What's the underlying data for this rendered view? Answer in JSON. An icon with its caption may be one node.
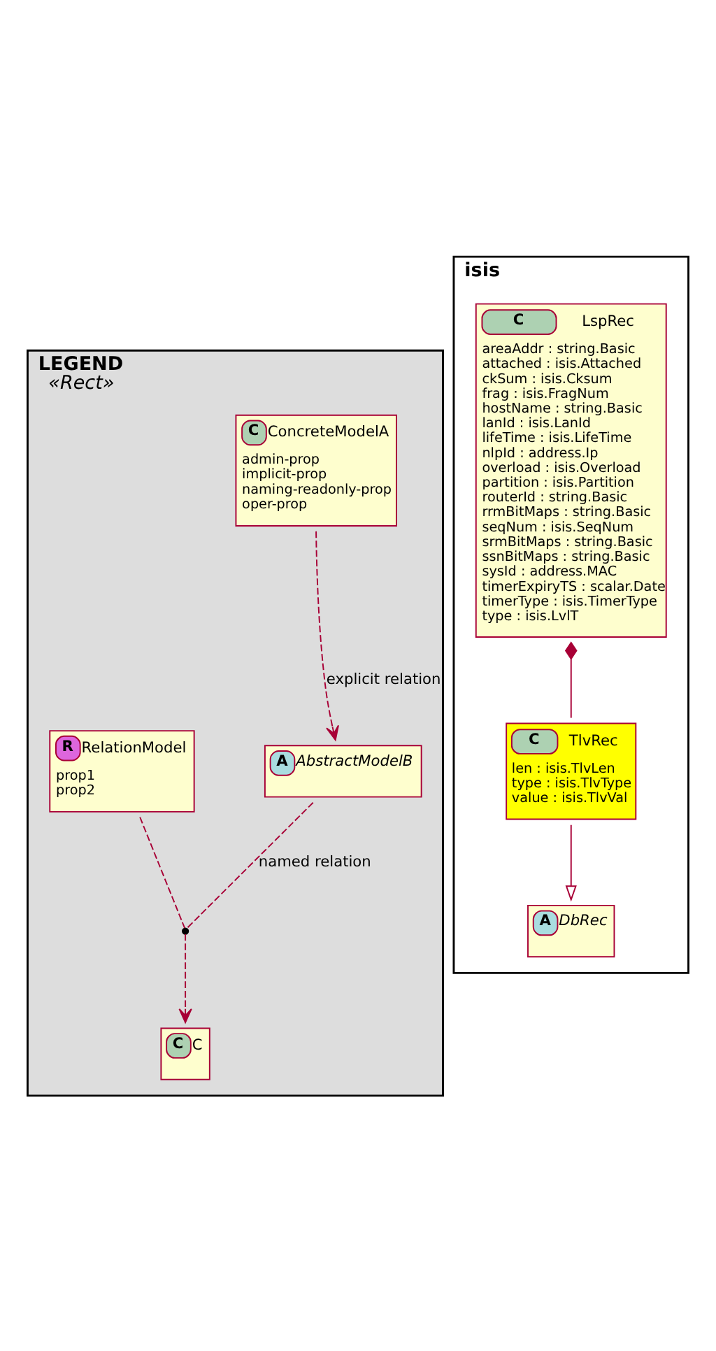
{
  "diagram": {
    "nodes": [
      {
        "text": [
          "LEGEND",
          "«Rect»"
        ]
      },
      {
        "text": [
          "C",
          "ConcreteModelA",
          "admin-prop",
          "implicit-prop",
          "naming-readonly-prop",
          "oper-prop"
        ],
        "in": 0
      },
      {
        "text": [
          "A",
          "AbstractModelB"
        ],
        "in": 0
      },
      {
        "text": [],
        "shape": "point",
        "in": 0
      },
      {
        "text": [
          "R",
          "RelationModel",
          "prop1",
          "prop2"
        ],
        "in": 0
      },
      {
        "text": [
          "C",
          "C"
        ],
        "in": 0
      },
      {
        "text": [
          "isis"
        ]
      },
      {
        "text": [
          "C",
          "LspRec",
          "areaAddr : string.Basic",
          "attached : isis.Attached",
          "ckSum : isis.Cksum",
          "frag : isis.FragNum",
          "hostName : string.Basic",
          "lanId : isis.LanId",
          "lifeTime : isis.LifeTime",
          "nlpId : address.Ip",
          "overload : isis.Overload",
          "partition : isis.Partition",
          "routerId : string.Basic",
          "rrmBitMaps : string.Basic",
          "seqNum : isis.SeqNum",
          "srmBitMaps : string.Basic",
          "ssnBitMaps : string.Basic",
          "sysId : address.MAC",
          "timerExpiryTS : scalar.Date",
          "timerType : isis.TimerType",
          "type : isis.LvlT"
        ],
        "in": 6
      },
      {
        "text": [
          "A",
          "DbRec"
        ],
        "in": 6
      },
      {
        "text": [
          "C",
          "TlvRec",
          "len : isis.TlvLen",
          "type : isis.TlvType",
          "value : isis.TlvVal"
        ],
        "in": 6
      }
    ],
    "edges": [
      {
        "from": 1,
        "to": 2,
        "arrow": "to",
        "style": "dashed",
        "label": "explicit relation"
      },
      {
        "from": 2,
        "to": 3,
        "arrow": "none",
        "style": "dashed",
        "label": "named relation"
      },
      {
        "from": 3,
        "to": 5,
        "arrow": "to",
        "style": "dashed"
      },
      {
        "from": 4,
        "to": 3,
        "arrow": "none",
        "style": "dashed"
      },
      {
        "from": 7,
        "to": 9,
        "arrow": "other"
      },
      {
        "from": 9,
        "to": 8,
        "arrow": "to"
      }
    ]
  }
}
